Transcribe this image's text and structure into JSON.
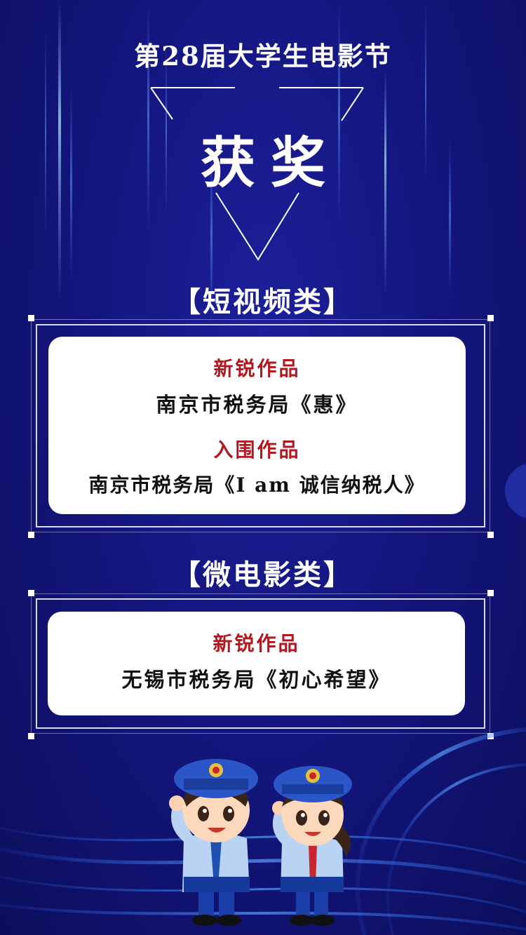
{
  "title": "第28届大学生电影节",
  "award": "获奖",
  "sections": [
    {
      "name": "【短视频类】",
      "items": [
        {
          "label": "新锐作品",
          "work": "南京市税务局《惠》"
        },
        {
          "label": "入围作品",
          "work": "南京市税务局《I am 诚信纳税人》"
        }
      ]
    },
    {
      "name": "【微电影类】",
      "items": [
        {
          "label": "新锐作品",
          "work": "无锡市税务局《初心希望》"
        }
      ]
    }
  ],
  "colors": {
    "background": "#14167f",
    "accent_red": "#b1181f",
    "card": "#ffffff"
  },
  "illustration": "two-tax-officer-cartoon-mascots-saluting"
}
